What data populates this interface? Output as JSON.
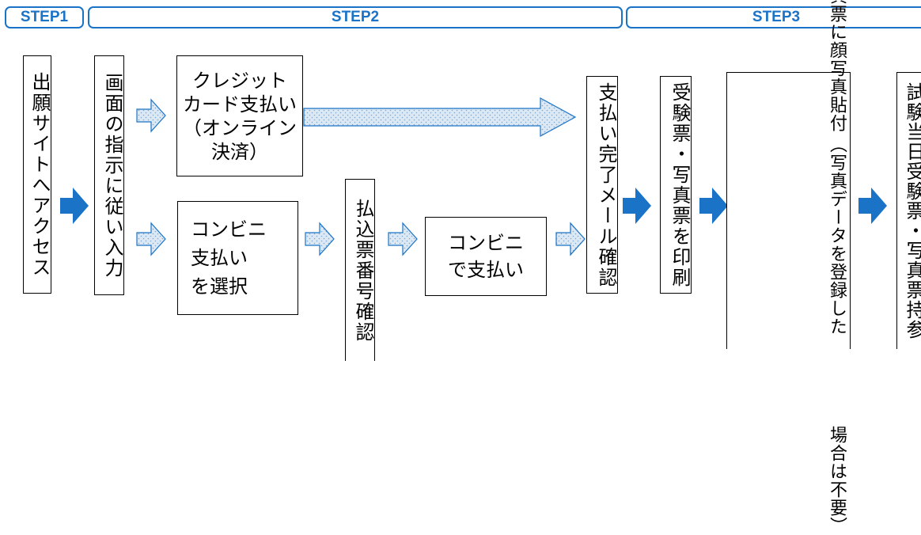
{
  "steps": [
    {
      "label": "STEP1"
    },
    {
      "label": "STEP2"
    },
    {
      "label": "STEP3"
    }
  ],
  "nodes": {
    "access_site": "出願サイトへアクセス",
    "input_per_screen": "画面の指示に従い入力",
    "credit_card": [
      "クレジット",
      "カード支払い",
      "（オンライン",
      "決済）"
    ],
    "select_convenience": [
      "コンビニ",
      "支払い",
      "を選択"
    ],
    "confirm_payment_number": "払込票番号確認",
    "pay_at_convenience": [
      "コンビニ",
      "で支払い"
    ],
    "payment_complete_mail": "支払い完了メール確認",
    "print_tickets": "受験票・写真票を印刷",
    "attach_photo_note": [
      "受験票・写真票に顔写真貼付",
      "（写真データを登録した",
      "場合は不要）"
    ],
    "bring_tickets": "試験当日受験票・写真票持参"
  },
  "colors": {
    "accent": "#1a73c7",
    "arrow_fill": "#1a73c7",
    "dotted_arrow_fill": "#dce9f5",
    "dotted_arrow_stroke": "#1a73c7"
  }
}
